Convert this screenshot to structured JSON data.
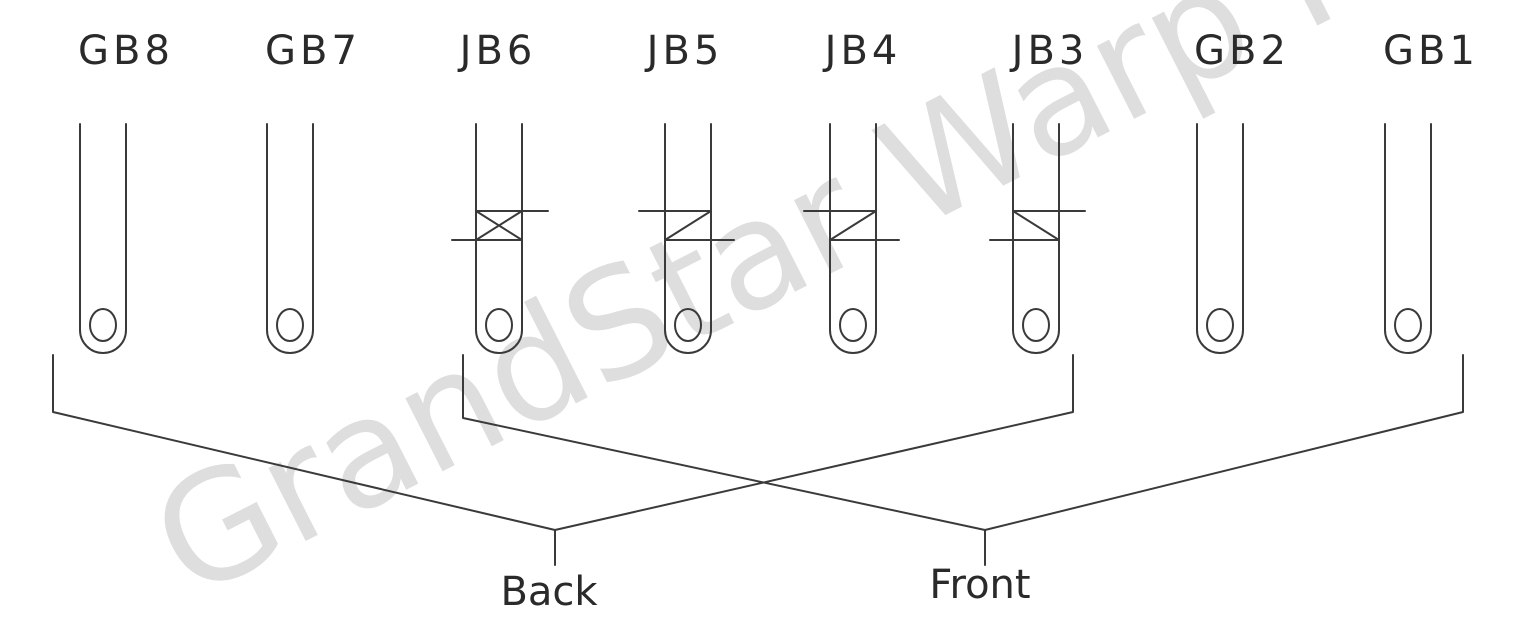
{
  "guide_bars": [
    {
      "label": "GB8",
      "type": "plain",
      "side": "back"
    },
    {
      "label": "GB7",
      "type": "plain",
      "side": "back"
    },
    {
      "label": "JB6",
      "type": "jacquard",
      "side": "back"
    },
    {
      "label": "JB5",
      "type": "jacquard",
      "side": "back"
    },
    {
      "label": "JB4",
      "type": "jacquard",
      "side": "front"
    },
    {
      "label": "JB3",
      "type": "jacquard",
      "side": "front"
    },
    {
      "label": "GB2",
      "type": "plain",
      "side": "front"
    },
    {
      "label": "GB1",
      "type": "plain",
      "side": "front"
    }
  ],
  "groups": {
    "back_label": "Back",
    "front_label": "Front"
  },
  "watermark": "GrandStar Warp Knitting",
  "colors": {
    "line": "#3a3a3a",
    "text": "#2a2a2a",
    "watermark": "#d0d0d0"
  }
}
